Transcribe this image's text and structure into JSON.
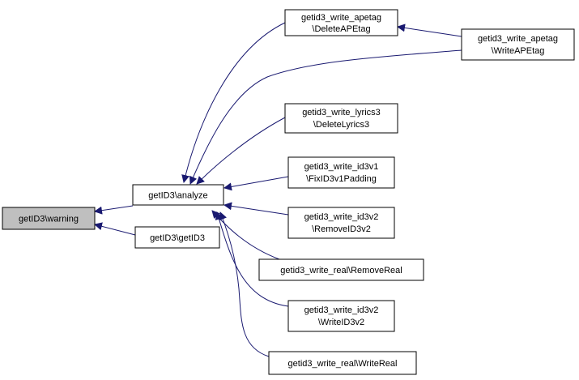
{
  "colors": {
    "edge": "#191970",
    "node_border": "#000000",
    "node_fill": "#ffffff",
    "highlight_fill": "#bfbfbf",
    "text": "#000000"
  },
  "nodes": {
    "warning": {
      "lines": [
        "getID3\\warning"
      ]
    },
    "analyze": {
      "lines": [
        "getID3\\analyze"
      ]
    },
    "getid3": {
      "lines": [
        "getID3\\getID3"
      ]
    },
    "delete_apetag": {
      "lines": [
        "getid3_write_apetag",
        "\\DeleteAPEtag"
      ]
    },
    "write_apetag": {
      "lines": [
        "getid3_write_apetag",
        "\\WriteAPEtag"
      ]
    },
    "delete_lyrics3": {
      "lines": [
        "getid3_write_lyrics3",
        "\\DeleteLyrics3"
      ]
    },
    "fix_id3v1": {
      "lines": [
        "getid3_write_id3v1",
        "\\FixID3v1Padding"
      ]
    },
    "remove_id3v2": {
      "lines": [
        "getid3_write_id3v2",
        "\\RemoveID3v2"
      ]
    },
    "remove_real": {
      "lines": [
        "getid3_write_real\\RemoveReal"
      ]
    },
    "write_id3v2": {
      "lines": [
        "getid3_write_id3v2",
        "\\WriteID3v2"
      ]
    },
    "write_real": {
      "lines": [
        "getid3_write_real\\WriteReal"
      ]
    }
  }
}
